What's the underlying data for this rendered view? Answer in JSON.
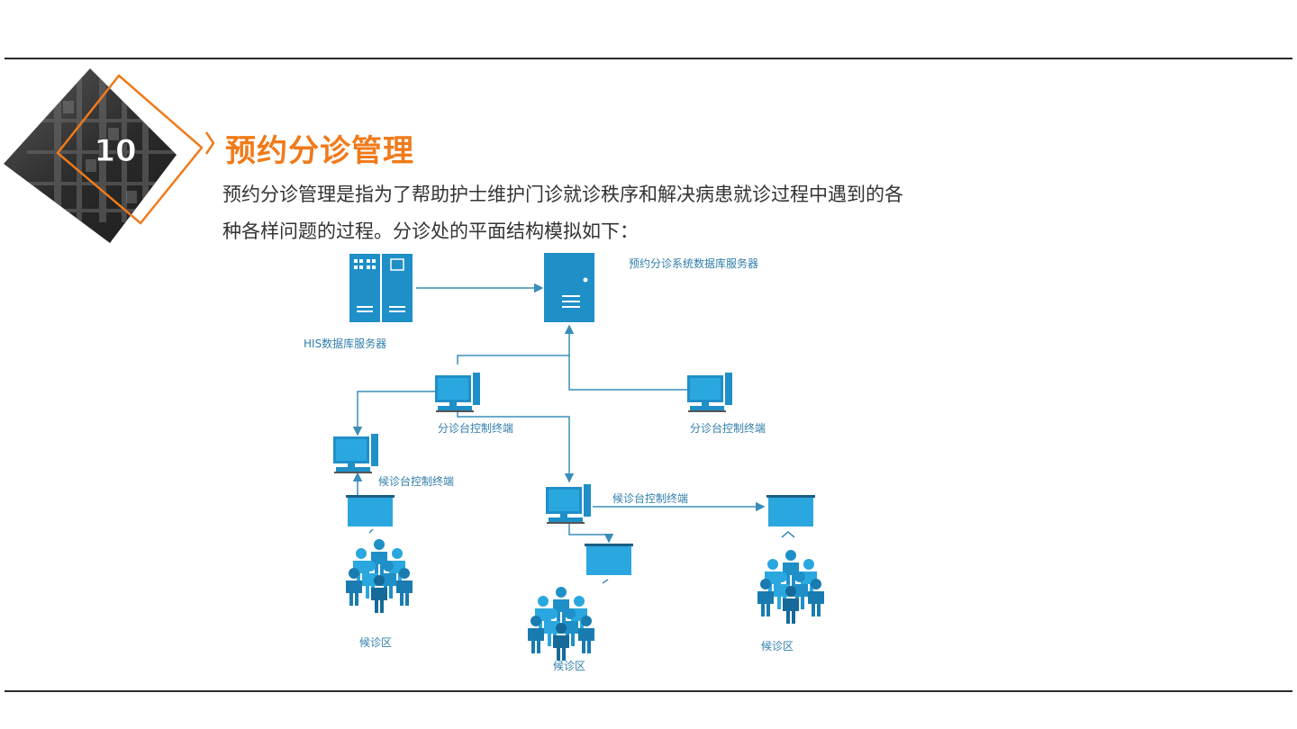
{
  "slide": {
    "section_number": "10",
    "title": "预约分诊管理",
    "description_line1": "预约分诊管理是指为了帮助护士维护门诊就诊秩序和解决病患就诊过程中遇到的各",
    "description_line2": "种各样问题的过程。分诊处的平面结构模拟如下："
  },
  "diagram": {
    "labels": {
      "appointment_db_server": "预约分诊系统数据库服务器",
      "his_db_server": "HIS数据库服务器",
      "triage_terminal_1": "分诊台控制终端",
      "triage_terminal_2": "分诊台控制终端",
      "waiting_terminal_1": "候诊台控制终端",
      "waiting_terminal_2": "候诊台控制终端",
      "waiting_area_1": "候诊区",
      "waiting_area_2": "候诊区",
      "waiting_area_3": "候诊区"
    }
  },
  "colors": {
    "accent_orange": "#f07a1a",
    "device_blue": "#1f8fc8",
    "screen_blue": "#2aa7df",
    "label_blue": "#2f7eaa",
    "line_blue": "#3a8db8"
  }
}
